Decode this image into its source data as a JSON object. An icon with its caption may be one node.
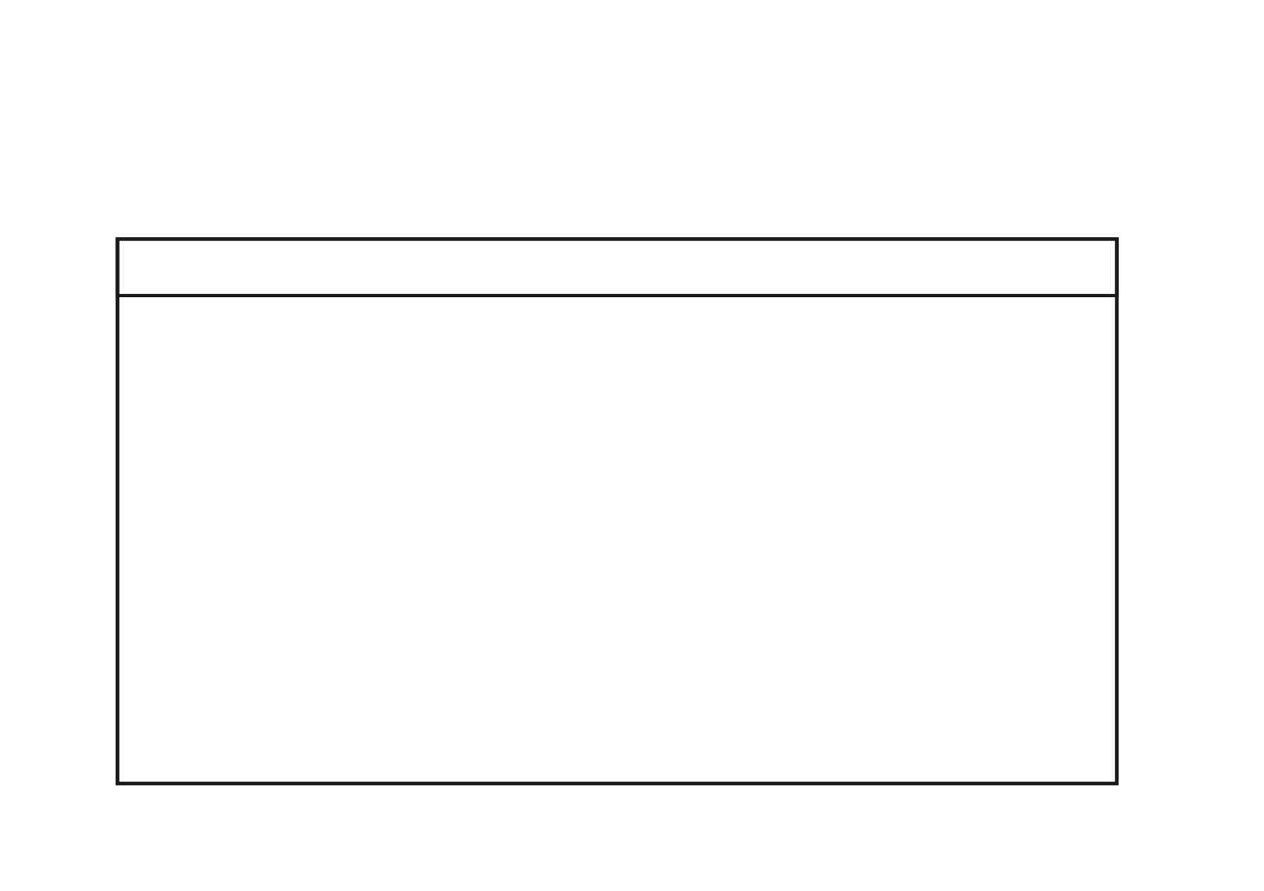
{
  "diagram": {
    "nodes": [
      {
        "text": [],
        "shape": "box"
      },
      {
        "text": [],
        "shape": "box",
        "in": 0
      }
    ]
  }
}
